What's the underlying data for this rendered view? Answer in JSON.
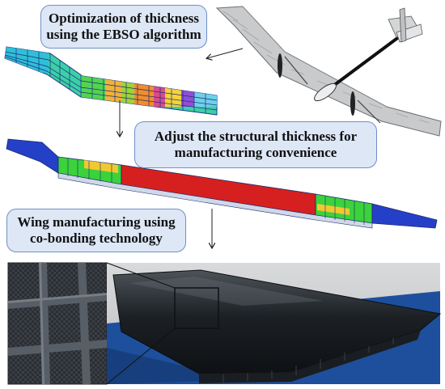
{
  "steps": [
    {
      "line1": "Optimization of thickness",
      "line2": "using the EBSO algorithm"
    },
    {
      "line1": "Adjust the structural thickness for",
      "line2": "manufacturing convenience"
    },
    {
      "line1": "Wing manufacturing using",
      "line2": "co-bonding technology"
    }
  ],
  "colors": {
    "box_fill": "#dde7f6",
    "box_border": "#6f8fc7",
    "wing_gray": "#c8cacc",
    "fem_green": "#3bd23b",
    "fem_red": "#d62020",
    "fem_blue": "#2540c8",
    "fem_yellow": "#f1c832",
    "carbon": "#23272c",
    "table_cover": "#1d4f9c"
  },
  "icons": [
    "aircraft-illustration",
    "optimized-thickness-wing-mesh",
    "adjusted-thickness-wing-mesh",
    "carbon-spar-grid-photo",
    "finished-wing-photo"
  ]
}
